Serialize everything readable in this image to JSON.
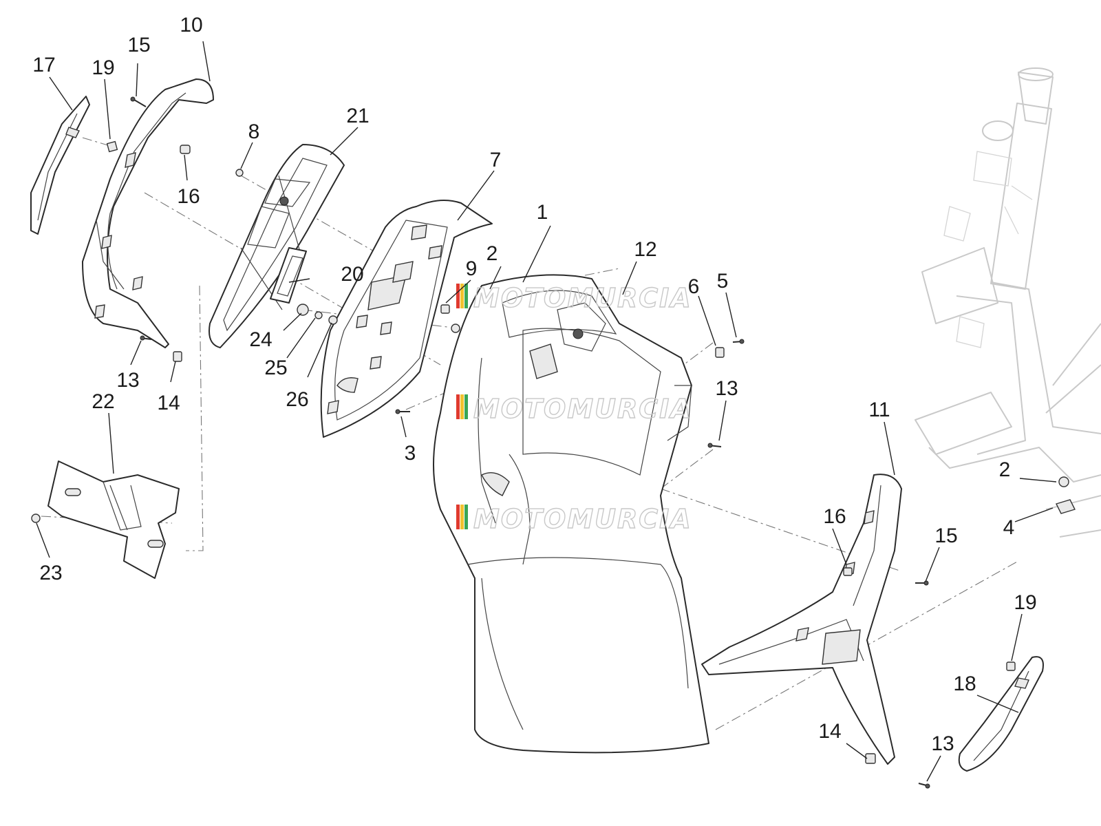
{
  "watermark": {
    "text": "MOTOMURCIA",
    "colors": [
      "#e03a2e",
      "#f2c230",
      "#3aa655",
      "#b5b5b5"
    ]
  },
  "callouts": {
    "c1": "1",
    "c2a": "2",
    "c2b": "2",
    "c3": "3",
    "c4": "4",
    "c5": "5",
    "c6": "6",
    "c7": "7",
    "c8": "8",
    "c9": "9",
    "c10": "10",
    "c11": "11",
    "c12": "12",
    "c13a": "13",
    "c13b": "13",
    "c13c": "13",
    "c14a": "14",
    "c14b": "14",
    "c15a": "15",
    "c15b": "15",
    "c16a": "16",
    "c16b": "16",
    "c17": "17",
    "c18": "18",
    "c19a": "19",
    "c19b": "19",
    "c20": "20",
    "c21": "21",
    "c22": "22",
    "c23": "23",
    "c24": "24",
    "c25": "25",
    "c26": "26"
  }
}
